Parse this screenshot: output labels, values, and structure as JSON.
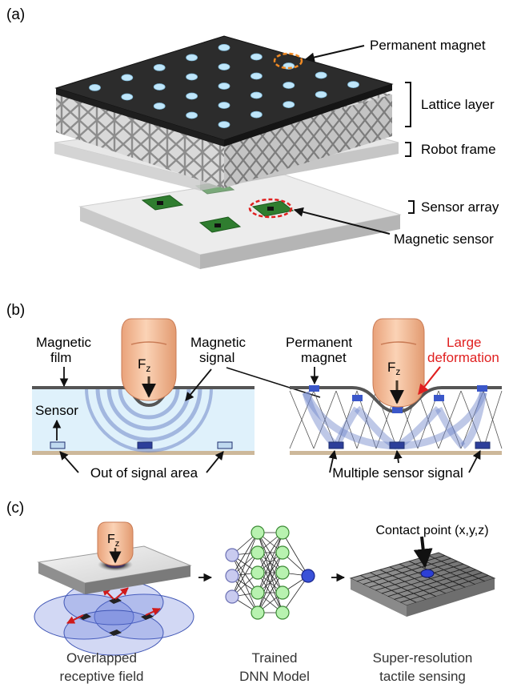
{
  "panel_a": {
    "label": "(a)",
    "callouts": {
      "permanent_magnet": "Permanent magnet",
      "lattice_layer": "Lattice layer",
      "robot_frame": "Robot frame",
      "sensor_array": "Sensor array",
      "magnetic_sensor": "Magnetic sensor"
    },
    "colors": {
      "magnet_highlight": "#f08a24",
      "sensor_highlight": "#e02020"
    }
  },
  "panel_b": {
    "label": "(b)",
    "left": {
      "magnetic_film": [
        "Magnetic",
        "film"
      ],
      "magnetic_signal": [
        "Magnetic",
        "signal"
      ],
      "sensor": "Sensor",
      "force_main": "F",
      "force_sub": "z",
      "out_of_signal_area": "Out of signal area"
    },
    "right": {
      "permanent_magnet": [
        "Permanent",
        "magnet"
      ],
      "large_deformation": [
        "Large",
        "deformation"
      ],
      "force_main": "F",
      "force_sub": "z",
      "multiple_sensor_signal": "Multiple sensor signal"
    },
    "colors": {
      "highlight": "#e02020"
    }
  },
  "panel_c": {
    "label": "(c)",
    "force_main": "F",
    "force_sub": "z",
    "contact_point": "Contact point (x,y,z)",
    "captions": {
      "receptive": [
        "Overlapped",
        "receptive field"
      ],
      "dnn": [
        "Trained",
        "DNN Model"
      ],
      "super": [
        "Super-resolution",
        "tactile sensing"
      ]
    }
  }
}
